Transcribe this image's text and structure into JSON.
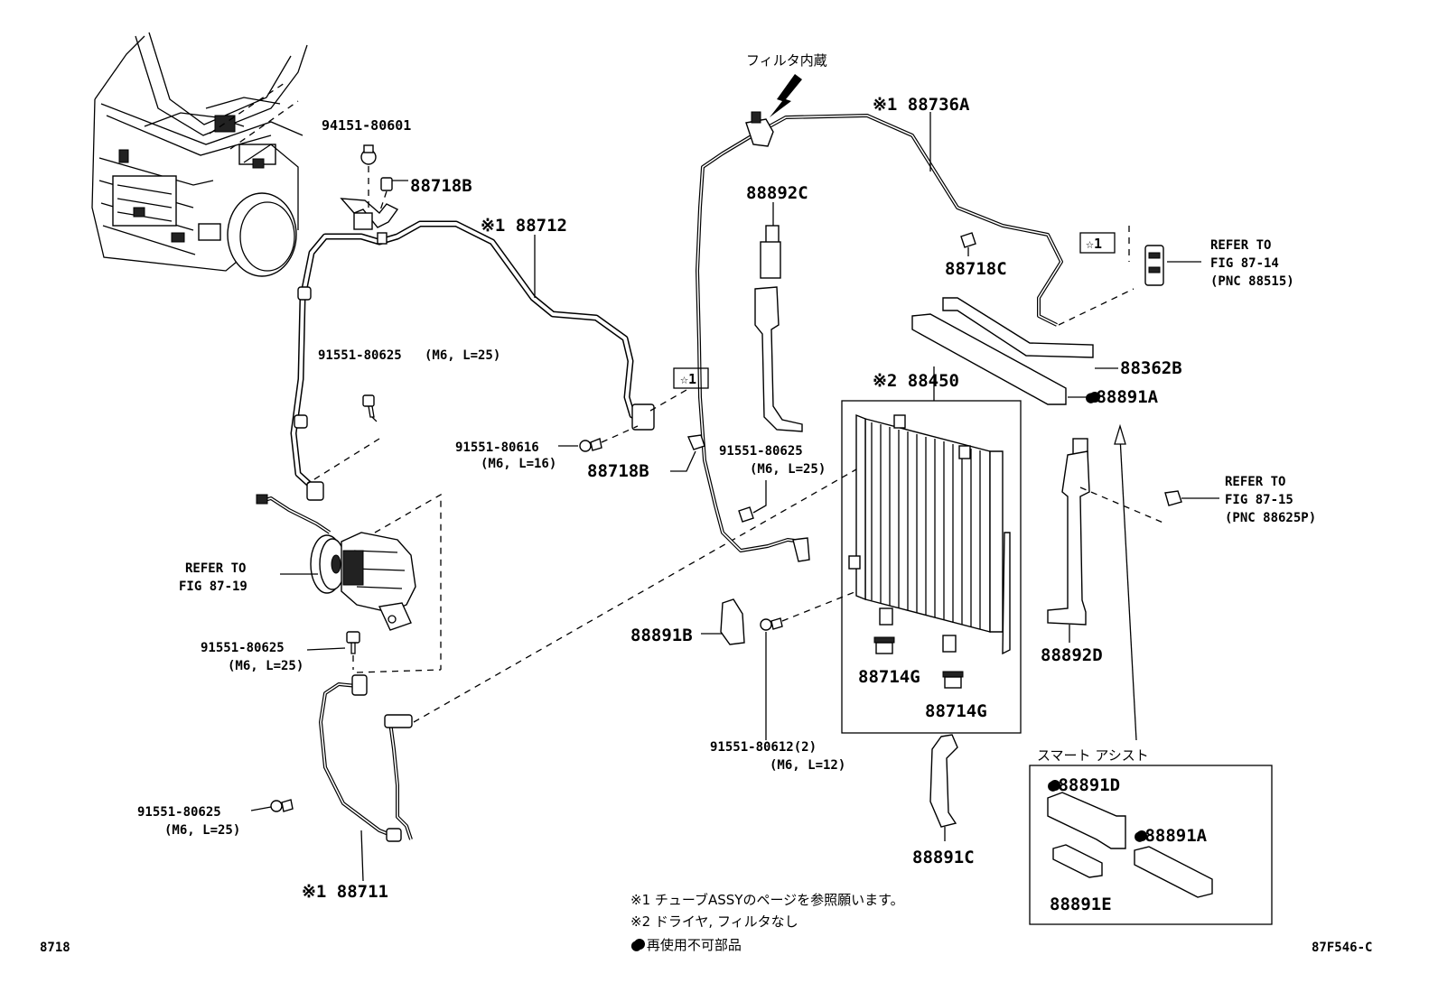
{
  "labels": {
    "p94151": "94151-80601",
    "p88718B_top": "88718B",
    "p88712": "※1 88712",
    "p91551_625_a": "91551-80625",
    "p91551_625_a_spec": "(M6, L=25)",
    "p91551_616": "91551-80616",
    "p91551_616_spec": "(M6, L=16)",
    "p88718B_mid": "88718B",
    "ref_87_19_l1": "REFER TO",
    "ref_87_19_l2": "FIG 87-19",
    "p91551_625_b": "91551-80625",
    "p91551_625_b_spec": "(M6, L=25)",
    "p91551_625_c": "91551-80625",
    "p91551_625_c_spec": "(M6, L=25)",
    "p88711": "※1 88711",
    "filter_note": "フィルタ内蔵",
    "p88736A": "※1 88736A",
    "p88892C": "88892C",
    "p91551_625_d": "91551-80625",
    "p91551_625_d_spec": "(M6, L=25)",
    "p88891B": "88891B",
    "p91551_612": "91551-80612(2)",
    "p91551_612_spec": "(M6, L=12)",
    "p88450": "※2 88450",
    "p88714G_a": "88714G",
    "p88714G_b": "88714G",
    "p88891C": "88891C",
    "p88718C": "88718C",
    "star1_a": "☆1",
    "star1_b": "☆1",
    "ref_87_14_l1": "REFER TO",
    "ref_87_14_l2": "FIG 87-14",
    "ref_87_14_l3": "(PNC 88515)",
    "p88362B": "88362B",
    "p88891A_top": "●88891A",
    "ref_87_15_l1": "REFER TO",
    "ref_87_15_l2": "FIG 87-15",
    "ref_87_15_l3": "(PNC 88625P)",
    "p88892D": "88892D",
    "smart_assist": "スマート アシスト",
    "p88891D": "●88891D",
    "p88891A_box": "●88891A",
    "p88891E": "88891E",
    "note1": "※1  チューブASSYのページを参照願います。",
    "note2": "※2  ドライヤ, フィルタなし",
    "note3": "●  再使用不可部品",
    "page_code_left": "8718",
    "page_code_right": "87F546-C"
  }
}
